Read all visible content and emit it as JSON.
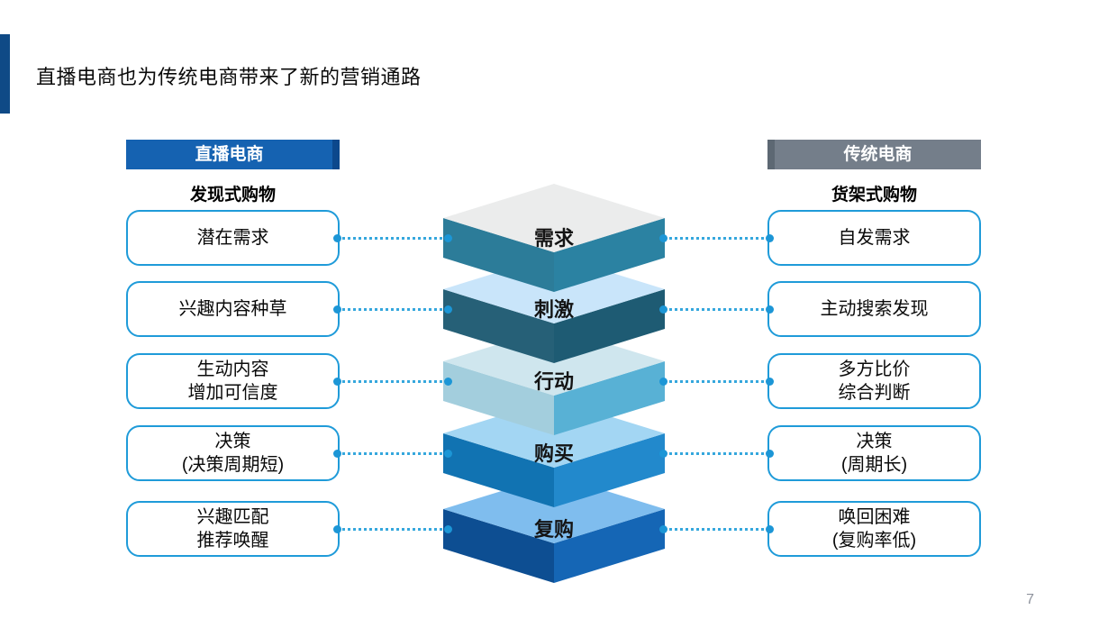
{
  "slide": {
    "title": "直播电商也为传统电商带来了新的营销通路",
    "page_number": "7"
  },
  "left_column": {
    "header": "直播电商",
    "subtitle": "发现式购物",
    "items": [
      {
        "lines": [
          "潜在需求"
        ]
      },
      {
        "lines": [
          "兴趣内容种草"
        ]
      },
      {
        "lines": [
          "生动内容",
          "增加可信度"
        ]
      },
      {
        "lines": [
          "决策",
          "(决策周期短)"
        ]
      },
      {
        "lines": [
          "兴趣匹配",
          "推荐唤醒"
        ]
      }
    ]
  },
  "right_column": {
    "header": "传统电商",
    "subtitle": "货架式购物",
    "items": [
      {
        "lines": [
          "自发需求"
        ]
      },
      {
        "lines": [
          "主动搜索发现"
        ]
      },
      {
        "lines": [
          "多方比价",
          "综合判断"
        ]
      },
      {
        "lines": [
          "决策",
          "(周期长)"
        ]
      },
      {
        "lines": [
          "唤回困难",
          "(复购率低)"
        ]
      }
    ]
  },
  "funnel": {
    "layers": [
      {
        "label": "需求",
        "top_color": "#ebecec",
        "left_color": "#2c7c99",
        "right_color": "#2b82a2"
      },
      {
        "label": "刺激",
        "top_color": "#c9e5fa",
        "left_color": "#266077",
        "right_color": "#1e5b73"
      },
      {
        "label": "行动",
        "top_color": "#cfe6ee",
        "left_color": "#a3cedd",
        "right_color": "#58b1d5"
      },
      {
        "label": "购买",
        "top_color": "#a3d6f3",
        "left_color": "#1173b2",
        "right_color": "#2289cc"
      },
      {
        "label": "复购",
        "top_color": "#7fbdee",
        "left_color": "#0d4e92",
        "right_color": "#1566b5"
      }
    ]
  },
  "colors": {
    "accent_bar": "#0f4a86",
    "left_header_bg": "#1562b1",
    "left_header_fold": "#0c488c",
    "right_header_bg": "#747e8a",
    "right_header_fold": "#5d6873",
    "box_border": "#1f9bd9",
    "connector_line": "#35a7dd",
    "connector_dot": "#1c96d6"
  }
}
